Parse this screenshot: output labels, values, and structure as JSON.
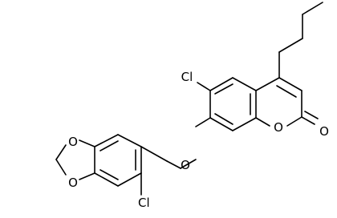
{
  "structure": {
    "atoms": [
      {
        "symbol": "Cl"
      },
      {
        "symbol": "O"
      },
      {
        "symbol": "O"
      },
      {
        "symbol": "O"
      },
      {
        "symbol": "O"
      },
      {
        "symbol": "O"
      },
      {
        "symbol": "Cl"
      }
    ]
  },
  "colors": {
    "line": "#000000",
    "background": "#ffffff"
  }
}
